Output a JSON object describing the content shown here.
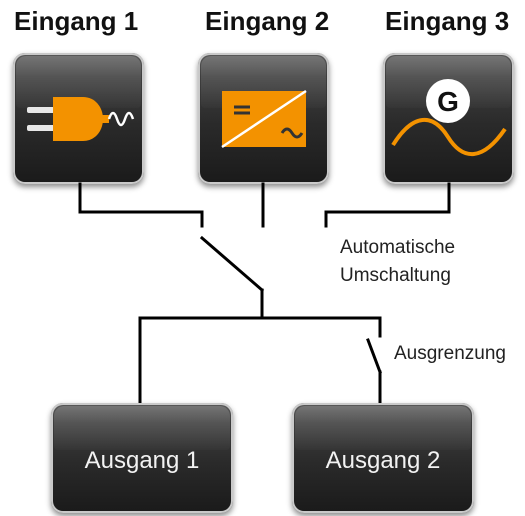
{
  "inputs": [
    {
      "label": "Eingang 1",
      "icon": "power-plug-icon"
    },
    {
      "label": "Eingang 2",
      "icon": "inverter-icon"
    },
    {
      "label": "Eingang 3",
      "icon": "generator-icon"
    }
  ],
  "switching": {
    "line1": "Automatische",
    "line2": "Umschaltung"
  },
  "isolation": {
    "label": "Ausgrenzung"
  },
  "outputs": [
    {
      "label": "Ausgang 1"
    },
    {
      "label": "Ausgang 2"
    }
  ],
  "generator_letter": "G",
  "colors": {
    "accent_orange": "#f39200",
    "tile_dark": "#2a2a2a",
    "line": "#000000"
  }
}
